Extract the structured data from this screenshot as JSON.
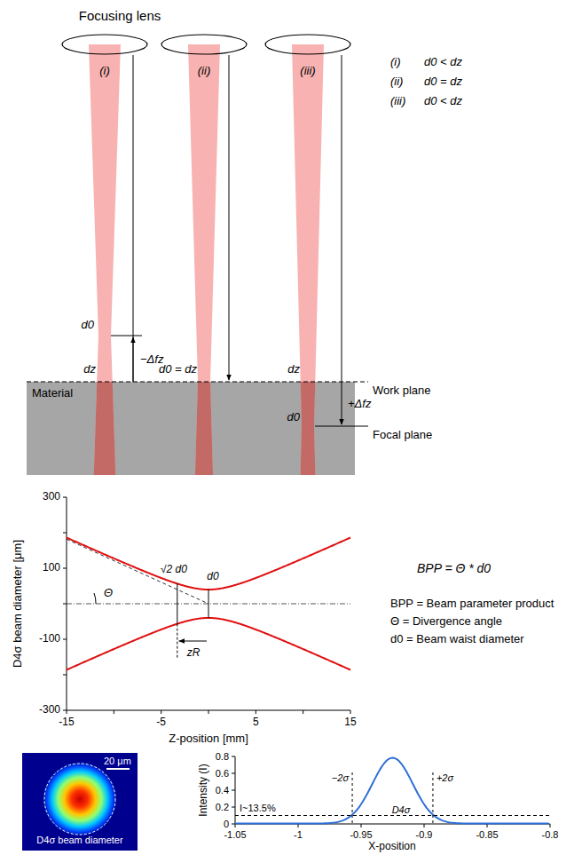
{
  "diagram": {
    "nodes": [
      {
        "text": [
          "Material"
        ]
      },
      {
        "text": [
          "20 μm",
          "D4σ beam diameter"
        ]
      }
    ],
    "labels": [
      "Focusing lens",
      "(i)",
      "(ii)",
      "(iii)",
      "(i)",
      "d0 < dz",
      "(ii)",
      "d0 = dz",
      "(iii)",
      "d0 < dz",
      "d0",
      "−Δfz",
      "dz",
      "d0 = dz",
      "dz",
      "d0",
      "+Δfz",
      "Work plane",
      "Focal plane",
      "300",
      "100",
      "-100",
      "-300",
      "-15",
      "-5",
      "5",
      "15",
      "D4σ beam diameter [μm]",
      "Z-position [mm]",
      "√2 d0",
      "d0",
      "Θ",
      "zR",
      "BPP = Θ * d0",
      "BPP = Beam parameter product",
      "Θ = Divergence angle",
      "d0 = Beam waist diameter",
      "0.8",
      "0.6",
      "0.4",
      "0.2",
      "0",
      "-1.05",
      "-1",
      "-0.95",
      "-0.9",
      "-0.85",
      "-0.8",
      "Intensity (I)",
      "X-position",
      "−2σ",
      "+2σ",
      "I~13.5%",
      "D4σ"
    ]
  }
}
